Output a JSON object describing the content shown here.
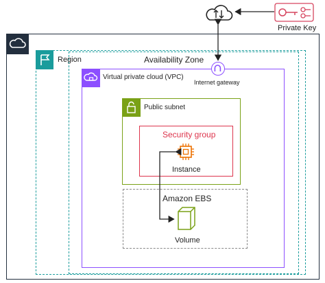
{
  "diagram": {
    "private_key": {
      "label": "Private Key",
      "icon": "key-icon",
      "color": "#d6455f"
    },
    "internet": {
      "icon": "cloud-upload-download-icon"
    },
    "aws_cloud": {
      "icon": "aws-cloud-icon",
      "color": "#232f3e"
    },
    "region": {
      "label": "Region",
      "icon": "region-flag-icon",
      "color": "#1a9c9c"
    },
    "availability_zone": {
      "label": "Availability Zone",
      "color": "#1a9c9c"
    },
    "vpc": {
      "label": "Virtual private cloud (VPC)",
      "icon": "vpc-icon",
      "color": "#8c4fff"
    },
    "internet_gateway": {
      "label": "Internet gateway",
      "icon": "internet-gateway-icon",
      "color": "#8c4fff"
    },
    "public_subnet": {
      "label": "Public subnet",
      "icon": "lock-icon",
      "color": "#7aa116"
    },
    "security_group": {
      "label": "Security group",
      "color": "#dd344c"
    },
    "instance": {
      "label": "Instance",
      "icon": "chip-icon",
      "color": "#ed7100"
    },
    "ebs": {
      "label": "Amazon EBS"
    },
    "volume": {
      "label": "Volume",
      "icon": "volume-box-icon",
      "color": "#7aa116"
    }
  }
}
